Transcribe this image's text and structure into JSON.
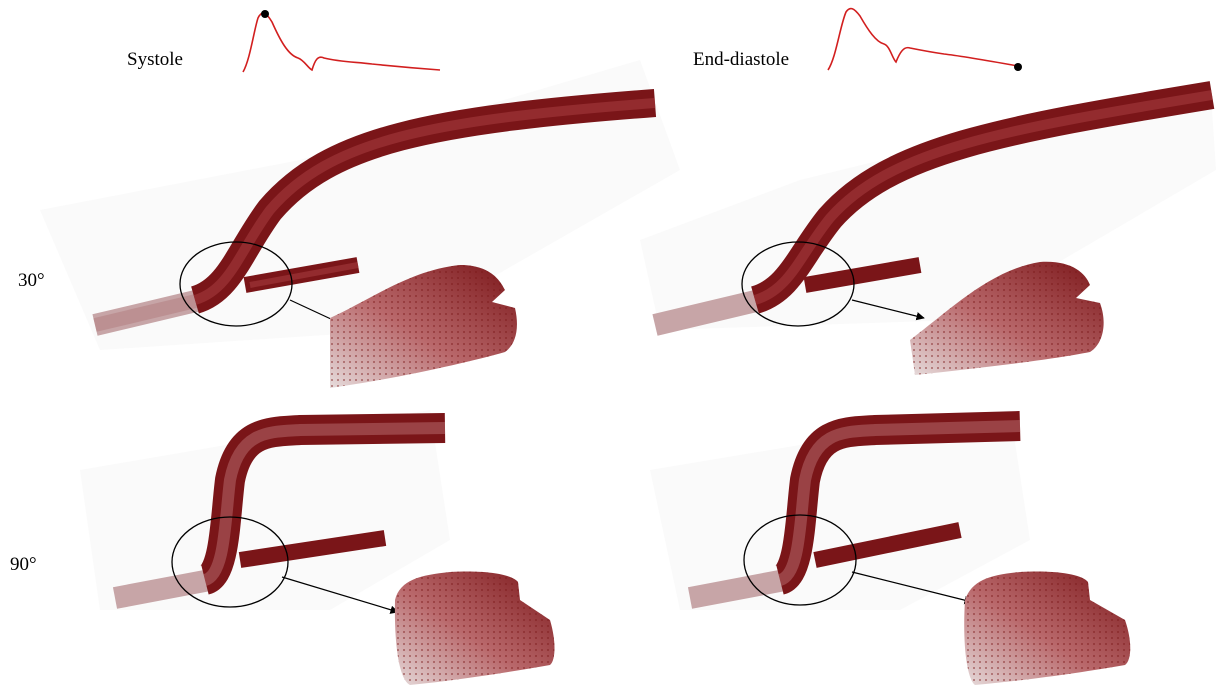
{
  "labels": {
    "systole": "Systole",
    "end_diastole": "End-diastole",
    "angle_30": "30°",
    "angle_90": "90°"
  },
  "colors": {
    "vessel_dark": "#7a1518",
    "vessel_mid": "#9a2a2c",
    "vessel_light": "#c98a8c",
    "waveform": "#d21f1f",
    "marker": "#000000"
  },
  "icons": [
    "waveform-systole-icon",
    "waveform-end-diastole-icon",
    "zoom-circle-icon",
    "arrow-icon"
  ]
}
